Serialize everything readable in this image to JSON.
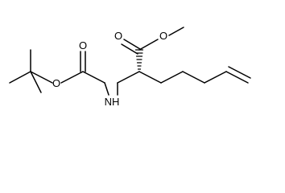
{
  "molecule": {
    "atoms": {
      "ester_oxygen_double": "O",
      "ester_oxygen_single": "O",
      "carbamate_oxygen_double": "O",
      "carbamate_oxygen_single": "O",
      "amine": "NH"
    },
    "colors": {
      "bond": "#000000",
      "label": "#000000",
      "background": "#ffffff"
    }
  }
}
